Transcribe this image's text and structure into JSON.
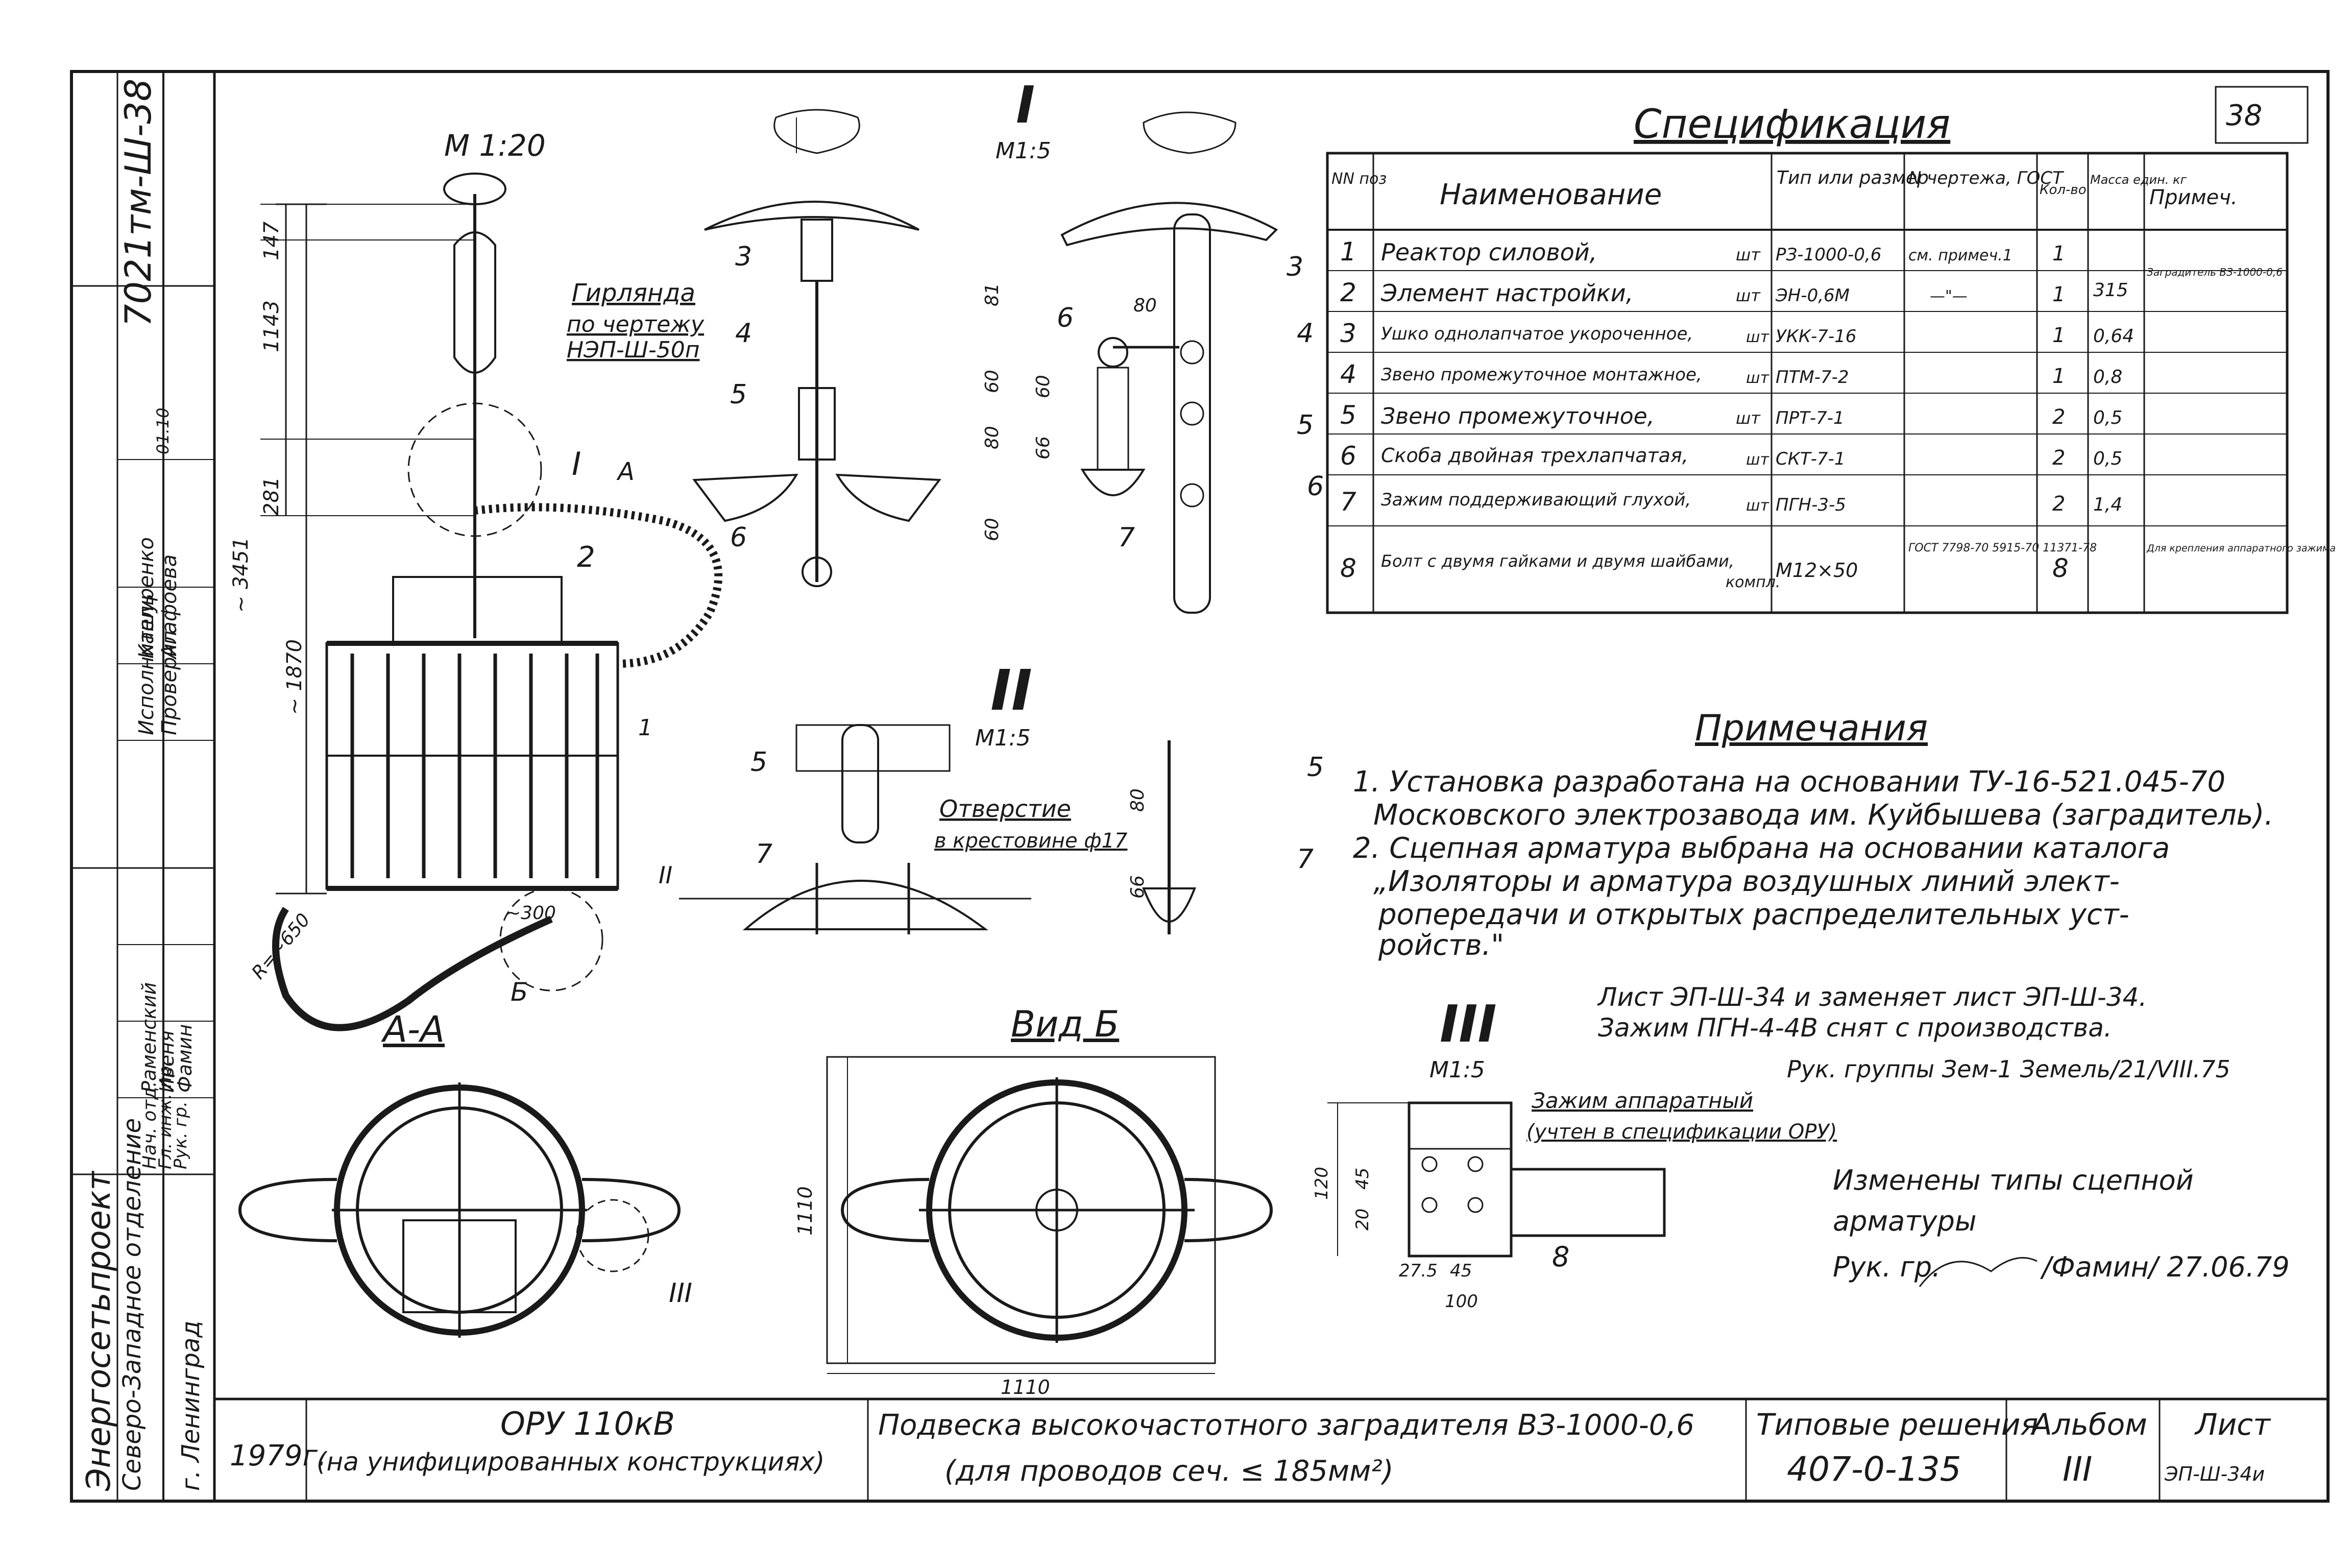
{
  "sheet": {
    "page_number": "38",
    "archive_code": "7021тм-Ш-38",
    "scale_main": "М 1:20"
  },
  "left_drawing": {
    "garland_label": "Гирлянда",
    "garland_ref_line1": "по чертежу",
    "garland_ref_line2": "НЭП-Ш-50п",
    "section_mark": "I",
    "section_cut": "А",
    "dims": [
      "147",
      "1143",
      "281",
      "~ 3451",
      "~ 1870",
      "~300",
      "R=~650"
    ],
    "part_numbers": [
      "1",
      "2"
    ],
    "view_b": "Б",
    "mark_II": "II"
  },
  "detail_I": {
    "title": "I",
    "scale": "М1:5",
    "parts": [
      "3",
      "4",
      "5",
      "6",
      "3",
      "4",
      "5",
      "6",
      "7"
    ],
    "dims": [
      "81",
      "60",
      "80",
      "60",
      "80",
      "60",
      "66"
    ]
  },
  "detail_II": {
    "title": "II",
    "scale": "М1:5",
    "hole_label_line1": "Отверстие",
    "hole_label_line2": "в крестовине ф17",
    "parts": [
      "5",
      "7",
      "5",
      "7"
    ],
    "dims": [
      "80",
      "66"
    ]
  },
  "detail_III": {
    "title": "III",
    "scale": "М1:5",
    "clamp_label_line1": "Зажим аппаратный",
    "clamp_label_line2": "(учтен в спецификации ОРУ)",
    "dims": [
      "120",
      "45",
      "20",
      "27.5",
      "45",
      "100"
    ],
    "part": "8"
  },
  "view_AA": {
    "title": "А-А",
    "mark": "III"
  },
  "view_B": {
    "title": "Вид Б",
    "dim_h": "1110",
    "dim_w": "1110"
  },
  "spec": {
    "title": "Спецификация",
    "headers": [
      "NN поз",
      "Наименование",
      "Тип или размер",
      "N чертежа, ГОСТ",
      "Кол-во",
      "Масса един. кг",
      "Примеч."
    ],
    "rows": [
      {
        "pos": "1",
        "name": "Реактор силовой,",
        "unit": "шт",
        "type": "РЗ-1000-0,6",
        "gost": "см. примеч.1",
        "qty": "1",
        "mass": "",
        "note": ""
      },
      {
        "pos": "2",
        "name": "Элемент настройки,",
        "unit": "шт",
        "type": "ЭН-0,6М",
        "gost": "—\"—",
        "qty": "1",
        "mass": "315",
        "note": ""
      },
      {
        "pos": "3",
        "name": "Ушко однолапчатое укороченное,",
        "unit": "шт",
        "type": "УКК-7-16",
        "gost": "",
        "qty": "1",
        "mass": "0,64",
        "note": ""
      },
      {
        "pos": "4",
        "name": "Звено промежуточное монтажное,",
        "unit": "шт",
        "type": "ПТМ-7-2",
        "gost": "",
        "qty": "1",
        "mass": "0,8",
        "note": ""
      },
      {
        "pos": "5",
        "name": "Звено промежуточное,",
        "unit": "шт",
        "type": "ПРТ-7-1",
        "gost": "",
        "qty": "2",
        "mass": "0,5",
        "note": ""
      },
      {
        "pos": "6",
        "name": "Скоба двойная трехлапчатая,",
        "unit": "шт",
        "type": "СКТ-7-1",
        "gost": "",
        "qty": "2",
        "mass": "0,5",
        "note": ""
      },
      {
        "pos": "7",
        "name": "Зажим поддерживающий глухой,",
        "unit": "шт",
        "type": "ПГН-3-5",
        "gost": "",
        "qty": "2",
        "mass": "1,4",
        "note": ""
      },
      {
        "pos": "8",
        "name": "Болт с двумя гайками и двумя шайбами,",
        "unit": "компл.",
        "type": "М12×50",
        "gost": "ГОСТ 7798-70 5915-70 11371-78",
        "qty": "8",
        "mass": "",
        "note": "Для крепления аппаратного зажима"
      }
    ],
    "note_merged": "Заградитель ВЗ-1000-0,6"
  },
  "notes": {
    "title": "Примечания",
    "lines": [
      "1. Установка разработана на основании ТУ-16-521.045-70",
      "Московского электрозавода им. Куйбышева (заградитель).",
      "2. Сцепная арматура выбрана на основании каталога",
      "„Изоляторы и арматура воздушных линий элект-",
      "ропередачи и открытых распределительных уст-",
      "ройств.\""
    ],
    "revision1_line1": "Лист ЭП-Ш-34 и заменяет лист ЭП-Ш-34.",
    "revision1_line2": "Зажим ПГН-4-4В снят с производства.",
    "revision1_sign": "Рук. группы Зем-1 Земель/21/VIII.75",
    "revision2_line1": "Изменены типы сцепной",
    "revision2_line2": "арматуры",
    "revision2_sign": "Рук. гр.",
    "revision2_name": "/Фамин/ 27.06.79"
  },
  "title_block": {
    "org_line1": "Энергосетьпроект",
    "org_line2": "Северо-Западное отделение",
    "org_line3": "г. Ленинград",
    "year": "1979г.",
    "object_line1": "ОРУ 110кВ",
    "object_line2": "(на унифицированных конструкциях)",
    "name_line1": "Подвеска высокочастотного заградителя ВЗ-1000-0,6",
    "name_line2": "(для проводов сеч. ≤ 185мм²)",
    "series_label": "Типовые решения",
    "series_value": "407-0-135",
    "album_label": "Альбом",
    "album_value": "III",
    "sheet_label": "Лист",
    "sheet_value": "ЭП-Ш-34и",
    "roles": [
      "Нач. отд.",
      "Гл. инж. пр.",
      "Рук. гр.",
      "Исполнитель",
      "Проверил"
    ],
    "names": [
      "Раменский",
      "Ивеня",
      "Фамин",
      "Кашуренко",
      "Агафоева"
    ],
    "dates": [
      "01.10"
    ]
  }
}
